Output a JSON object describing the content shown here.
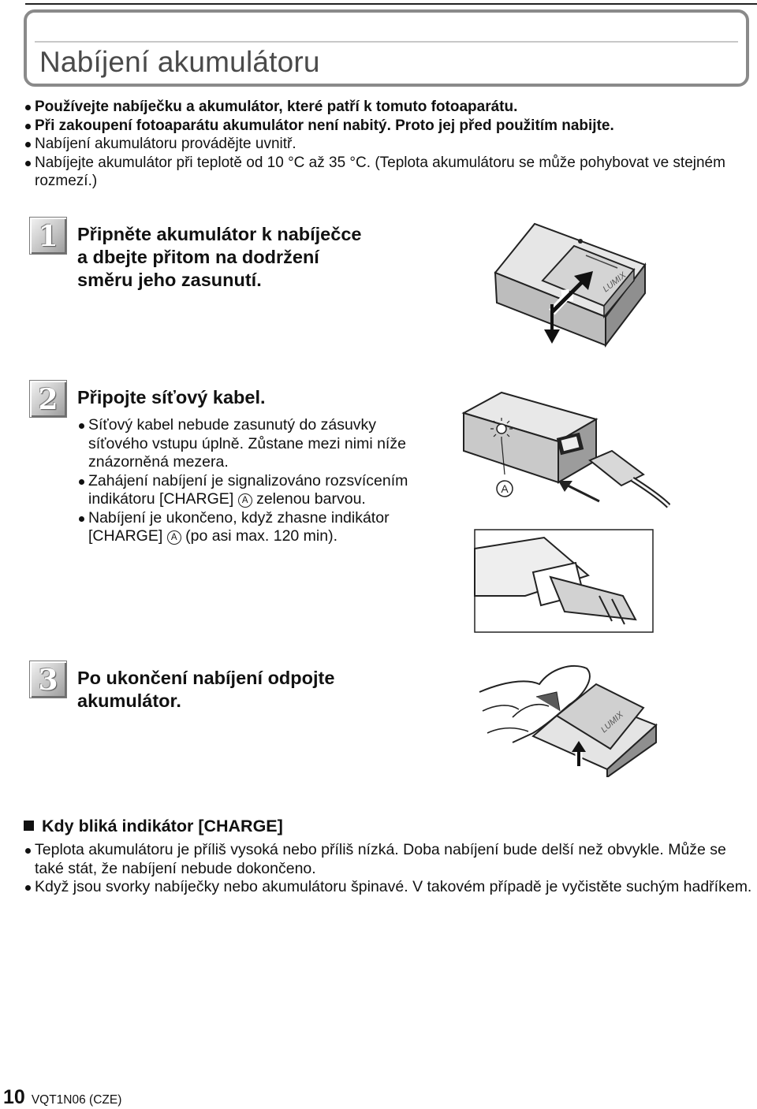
{
  "header": {
    "title": "Nabíjení akumulátoru"
  },
  "intro_bullets": [
    {
      "text": "Používejte nabíječku a akumulátor, které patří k tomuto fotoaparátu.",
      "bold": true
    },
    {
      "text": "Při zakoupení fotoaparátu akumulátor není nabitý. Proto jej před použitím nabijte.",
      "bold": true
    },
    {
      "text": "Nabíjení akumulátoru provádějte uvnitř.",
      "bold": false
    },
    {
      "text": "Nabíjejte akumulátor při teplotě od 10 °C až 35 °C. (Teplota akumulátoru se může pohybovat ve stejném rozmezí.)",
      "bold": false
    }
  ],
  "steps": [
    {
      "number": "1",
      "title": "Připněte akumulátor k nabíječce a dbejte přitom na dodržení směru jeho zasunutí."
    },
    {
      "number": "2",
      "title": "Připojte síťový kabel.",
      "bullets": [
        {
          "text": "Síťový kabel nebude zasunutý do zásuvky síťového vstupu úplně. Zůstane mezi nimi níže znázorněná mezera."
        },
        {
          "before": "Zahájení nabíjení je signalizováno rozsvícením indikátoru [CHARGE] ",
          "marker": "A",
          "after": " zelenou barvou."
        },
        {
          "before": "Nabíjení je ukončeno, když zhasne indikátor [CHARGE] ",
          "marker": "A",
          "after": " (po asi max. 120 min)."
        }
      ],
      "figure_label": "A"
    },
    {
      "number": "3",
      "title": "Po ukončení nabíjení odpojte akumulátor."
    }
  ],
  "figures": {
    "battery_brand": "LUMIX"
  },
  "charge_section": {
    "heading": "Kdy bliká indikátor [CHARGE]",
    "bullets": [
      "Teplota akumulátoru je příliš vysoká nebo příliš nízká. Doba nabíjení bude delší než obvykle. Může se také stát, že nabíjení nebude dokončeno.",
      "Když jsou svorky nabíječky nebo akumulátoru špinavé. V takovém případě je vyčistěte suchým hadříkem."
    ]
  },
  "footer": {
    "page_number": "10",
    "doc_code": "VQT1N06 (CZE)"
  }
}
